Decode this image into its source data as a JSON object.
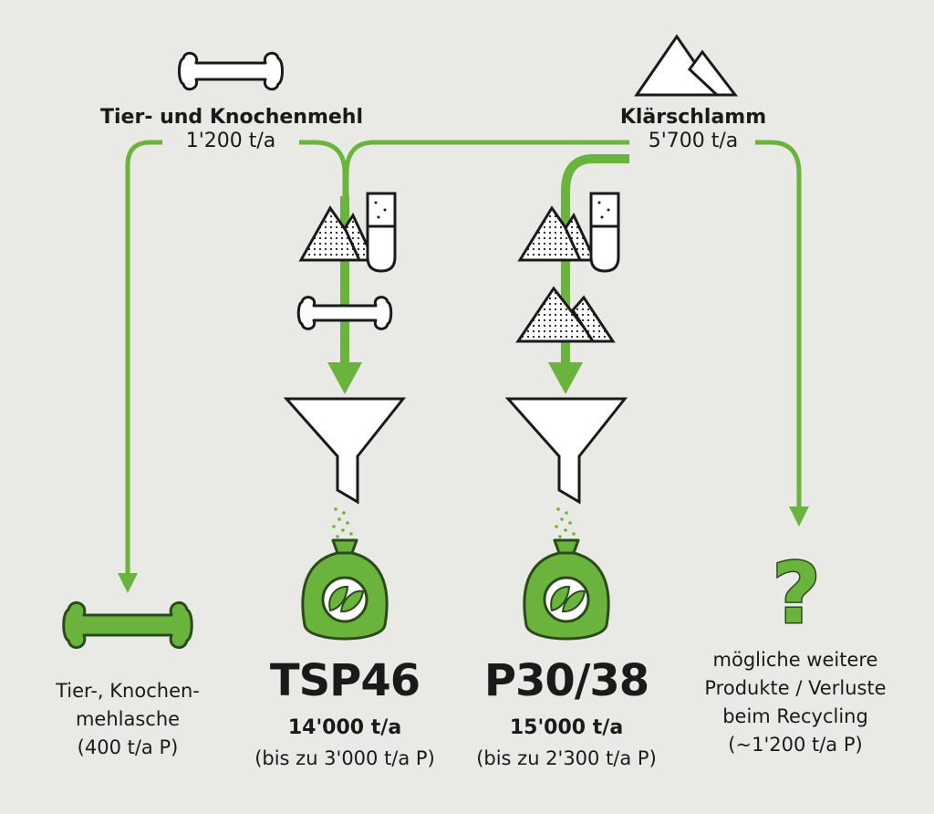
{
  "colors": {
    "background": "#e9e9e5",
    "flow_green": "#6ab43e",
    "dark_green": "#2a4a1a",
    "outline": "#1a1a1a",
    "white": "#ffffff"
  },
  "sources": {
    "animal": {
      "label": "Tier- und Knochenmehl",
      "amount": "1'200 t/a",
      "icon": "bone-icon"
    },
    "sludge": {
      "label": "Klärschlamm",
      "amount": "5'700 t/a",
      "icon": "mountain-icon"
    }
  },
  "products": {
    "tsp": {
      "name": "TSP46",
      "amount": "14'000 t/a",
      "note": "(bis zu 3'000 t/a P)",
      "icon": "fertilizer-bag-icon"
    },
    "p30": {
      "name": "P30/38",
      "amount": "15'000 t/a",
      "note": "(bis zu 2'300 t/a P)",
      "icon": "fertilizer-bag-icon"
    }
  },
  "ash": {
    "line1": "Tier-, Knochen-",
    "line2": "mehlasche",
    "line3": "(400 t/a P)",
    "icon": "green-bone-icon"
  },
  "other": {
    "symbol": "?",
    "line1": "mögliche weitere",
    "line2": "Produkte / Verluste",
    "line3": "beim Recycling",
    "line4": "(~1'200 t/a P)"
  }
}
